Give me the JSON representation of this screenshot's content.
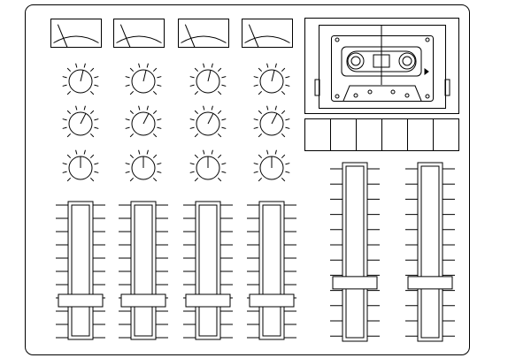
{
  "drawing": {
    "subject": "portable-cassette-mixer",
    "line_color": "#000000",
    "background": "#ffffff"
  },
  "channels": [
    {
      "knob_levels": [
        0.55,
        0.6,
        0.5
      ],
      "fader_level": 0.27
    },
    {
      "knob_levels": [
        0.55,
        0.6,
        0.5
      ],
      "fader_level": 0.27
    },
    {
      "knob_levels": [
        0.55,
        0.6,
        0.5
      ],
      "fader_level": 0.27
    },
    {
      "knob_levels": [
        0.55,
        0.6,
        0.5
      ],
      "fader_level": 0.27
    }
  ],
  "meters": [
    {
      "needle_level": 0.35
    },
    {
      "needle_level": 0.35
    },
    {
      "needle_level": 0.35
    },
    {
      "needle_level": 0.35
    }
  ],
  "master_faders": [
    {
      "fader_level": 0.32
    },
    {
      "fader_level": 0.32
    }
  ],
  "transport_buttons": [
    {
      "icon": "blank-button"
    },
    {
      "icon": "blank-button"
    },
    {
      "icon": "blank-button"
    },
    {
      "icon": "blank-button"
    },
    {
      "icon": "blank-button"
    },
    {
      "icon": "blank-button"
    }
  ],
  "cassette": {
    "tape_direction_marker": "play-arrow-icon"
  }
}
